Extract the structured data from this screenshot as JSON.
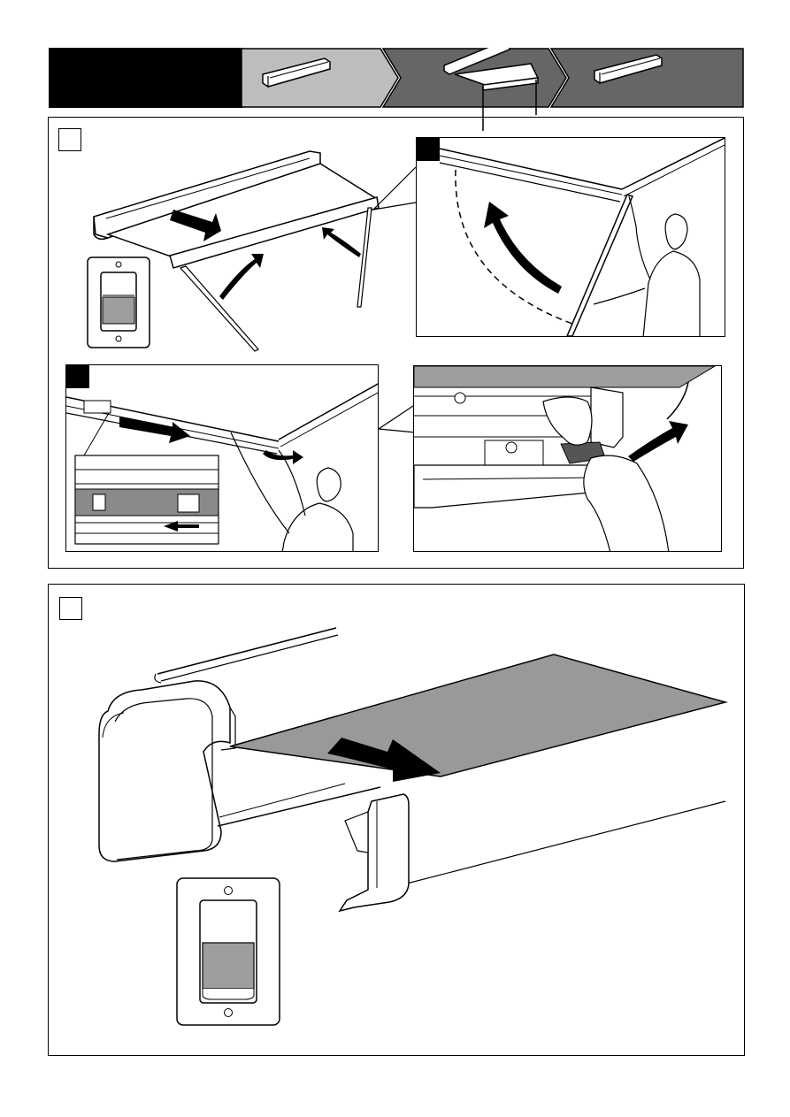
{
  "header": {
    "steps": [
      {
        "name": "awning-closed",
        "fill": "#bdbdbd"
      },
      {
        "name": "awning-extended",
        "fill": "#666666"
      },
      {
        "name": "awning-closed-final",
        "fill": "#666666"
      }
    ],
    "lead_fill": "#000000"
  },
  "colors": {
    "line": "#000000",
    "fabric_gray": "#999999",
    "switch_gray": "#9e9e9e",
    "background": "#ffffff"
  },
  "panel_a": {
    "step_label": "",
    "subpanels": [
      "overview-retract",
      "detail-arm-raise",
      "detail-slide-lock",
      "detail-clip-release"
    ]
  },
  "panel_b": {
    "step_label": ""
  }
}
